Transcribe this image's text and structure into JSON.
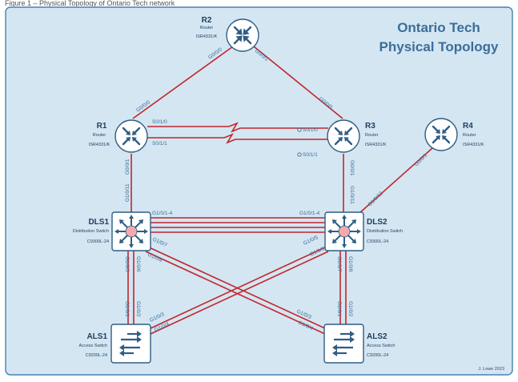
{
  "caption": "Figure 1 – Physical Topology of Ontario Tech network",
  "title": {
    "line1": "Ontario Tech",
    "line2": "Physical Topology"
  },
  "credit": "J. Lowe 2023",
  "colors": {
    "background": "#d4e6f2",
    "border": "#4a7fb0",
    "link": "#c0272d",
    "label": "#3b6e9a",
    "device_dark": "#2f5d85",
    "switch_center": "#f2aab0"
  },
  "devices": {
    "R2": {
      "name": "R2",
      "type": "Router",
      "model": "ISR4331/K",
      "icon": "router-icon"
    },
    "R1": {
      "name": "R1",
      "type": "Router",
      "model": "ISR4331/K",
      "icon": "router-icon"
    },
    "R3": {
      "name": "R3",
      "type": "Router",
      "model": "ISR4331/K",
      "icon": "router-icon"
    },
    "R4": {
      "name": "R4",
      "type": "Router",
      "model": "ISR4331/K",
      "icon": "router-icon"
    },
    "DLS1": {
      "name": "DLS1",
      "type": "Distribution Switch",
      "model": "C9300L-24",
      "icon": "layer3-switch-icon"
    },
    "DLS2": {
      "name": "DLS2",
      "type": "Distribution Switch",
      "model": "C9300L-24",
      "icon": "layer3-switch-icon"
    },
    "ALS1": {
      "name": "ALS1",
      "type": "Access Switch",
      "model": "C9200L-24",
      "icon": "access-switch-icon"
    },
    "ALS2": {
      "name": "ALS2",
      "type": "Access Switch",
      "model": "C9200L-24",
      "icon": "access-switch-icon"
    }
  },
  "ports": {
    "r2_r1": "G0/0/0",
    "r2_r3": "G0/0/1",
    "r1_r2": "G0/0/0",
    "r3_r2": "G0/0/0",
    "r1_s0": "S0/1/0",
    "r1_s1": "S0/1/1",
    "r3_s0": "S0/1/0",
    "r3_s1": "S0/1/1",
    "r1_dls1": "G0/0/1",
    "dls1_r1": "G1/0/11",
    "r3_dls2": "G0/0/1",
    "dls2_r3": "G1/0/11",
    "r4_dls2": "G0/0/1",
    "dls2_r4": "G1/0/12",
    "dls1_dls2": "G1/0/1-4",
    "dls2_dls1": "G1/0/1-4",
    "dls1_als1_a": "G1/0/5",
    "dls1_als1_b": "G1/0/6",
    "dls1_als2_a": "G1/0/7",
    "dls1_als2_b": "G1/0/8",
    "dls2_als1_a": "G1/0/5",
    "dls2_als1_b": "G1/0/6",
    "dls2_als2_a": "G1/0/7",
    "dls2_als2_b": "G1/0/8",
    "als1_dls1_a": "G1/0/1",
    "als1_dls1_b": "G1/0/2",
    "als1_dls2_a": "G1/0/3",
    "als1_dls2_b": "G1/0/4",
    "als2_dls1_a": "G1/0/3",
    "als2_dls1_b": "G1/0/4",
    "als2_dls2_a": "G1/0/1",
    "als2_dls2_b": "G1/0/2"
  }
}
